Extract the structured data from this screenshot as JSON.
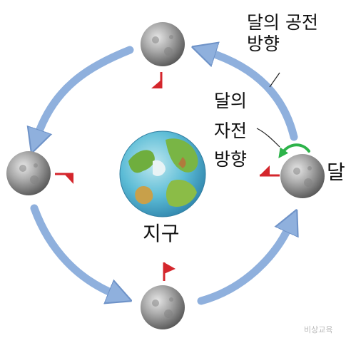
{
  "labels": {
    "revolution_line1": "달의 공전",
    "revolution_line2": "방향",
    "rotation_line1": "달의",
    "rotation_line2": "자전",
    "rotation_line3": "방향",
    "moon": "달",
    "earth": "지구"
  },
  "watermark": "비상교육",
  "colors": {
    "orbit_arrow": "#8fb0dd",
    "orbit_arrow_edge": "#6f93c8",
    "rotation_arrow": "#2db34a",
    "flag": "#d4262c",
    "ocean": "#5cbcd6",
    "land": "#6fae3e",
    "moon_gray": "#9a9a9a"
  },
  "icons": [
    "earth-globe",
    "moon",
    "red-flag",
    "curved-arrow"
  ]
}
